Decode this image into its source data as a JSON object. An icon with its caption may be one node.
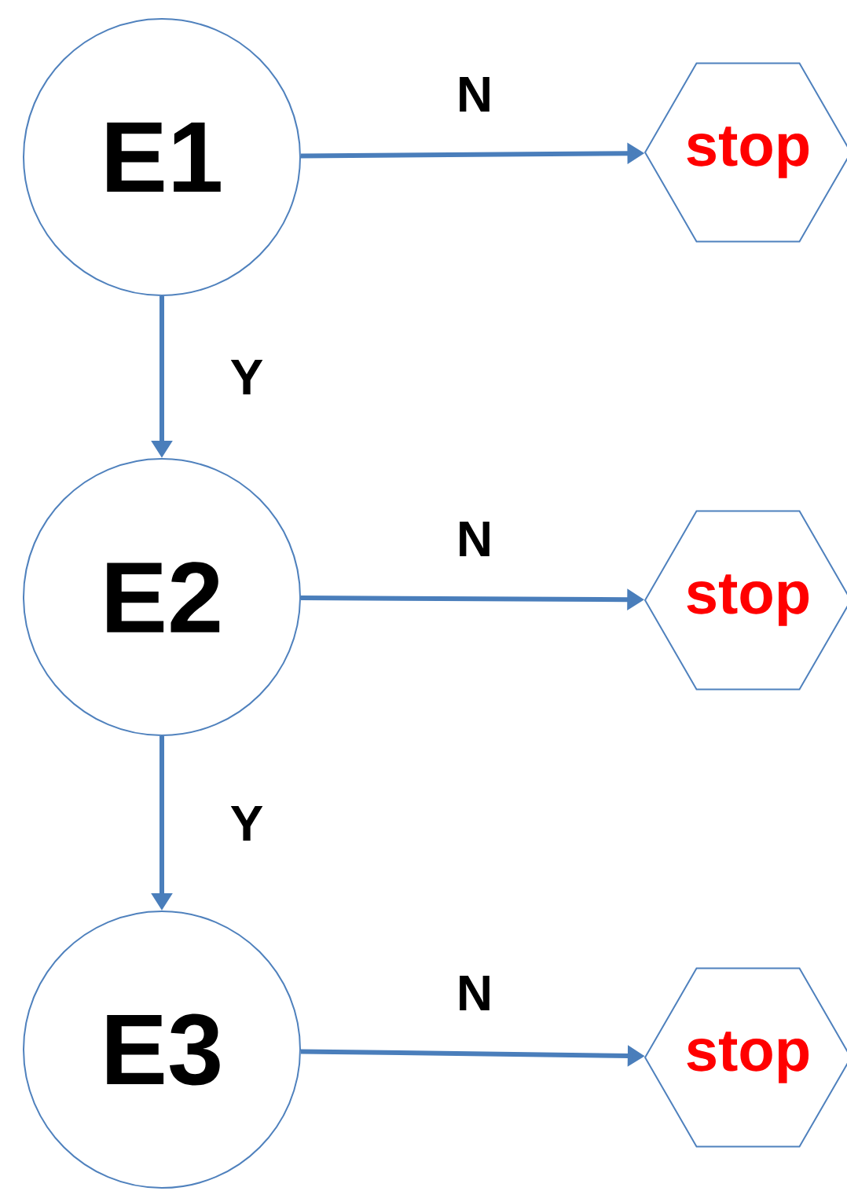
{
  "diagram": {
    "nodes": [
      {
        "text": [
          "E1"
        ]
      },
      {
        "text": [
          "stop"
        ]
      },
      {
        "text": [
          "E2"
        ]
      },
      {
        "text": [
          "stop"
        ]
      },
      {
        "text": [
          "E3"
        ]
      },
      {
        "text": [
          "stop"
        ]
      }
    ],
    "edges": [
      {
        "from": 0,
        "to": 1,
        "arrow": "to",
        "label": "N"
      },
      {
        "from": 0,
        "to": 2,
        "arrow": "to",
        "label": "Y"
      },
      {
        "from": 2,
        "to": 3,
        "arrow": "to",
        "label": "N"
      },
      {
        "from": 2,
        "to": 4,
        "arrow": "to",
        "label": "Y"
      },
      {
        "from": 4,
        "to": 5,
        "arrow": "to",
        "label": "N"
      }
    ]
  }
}
